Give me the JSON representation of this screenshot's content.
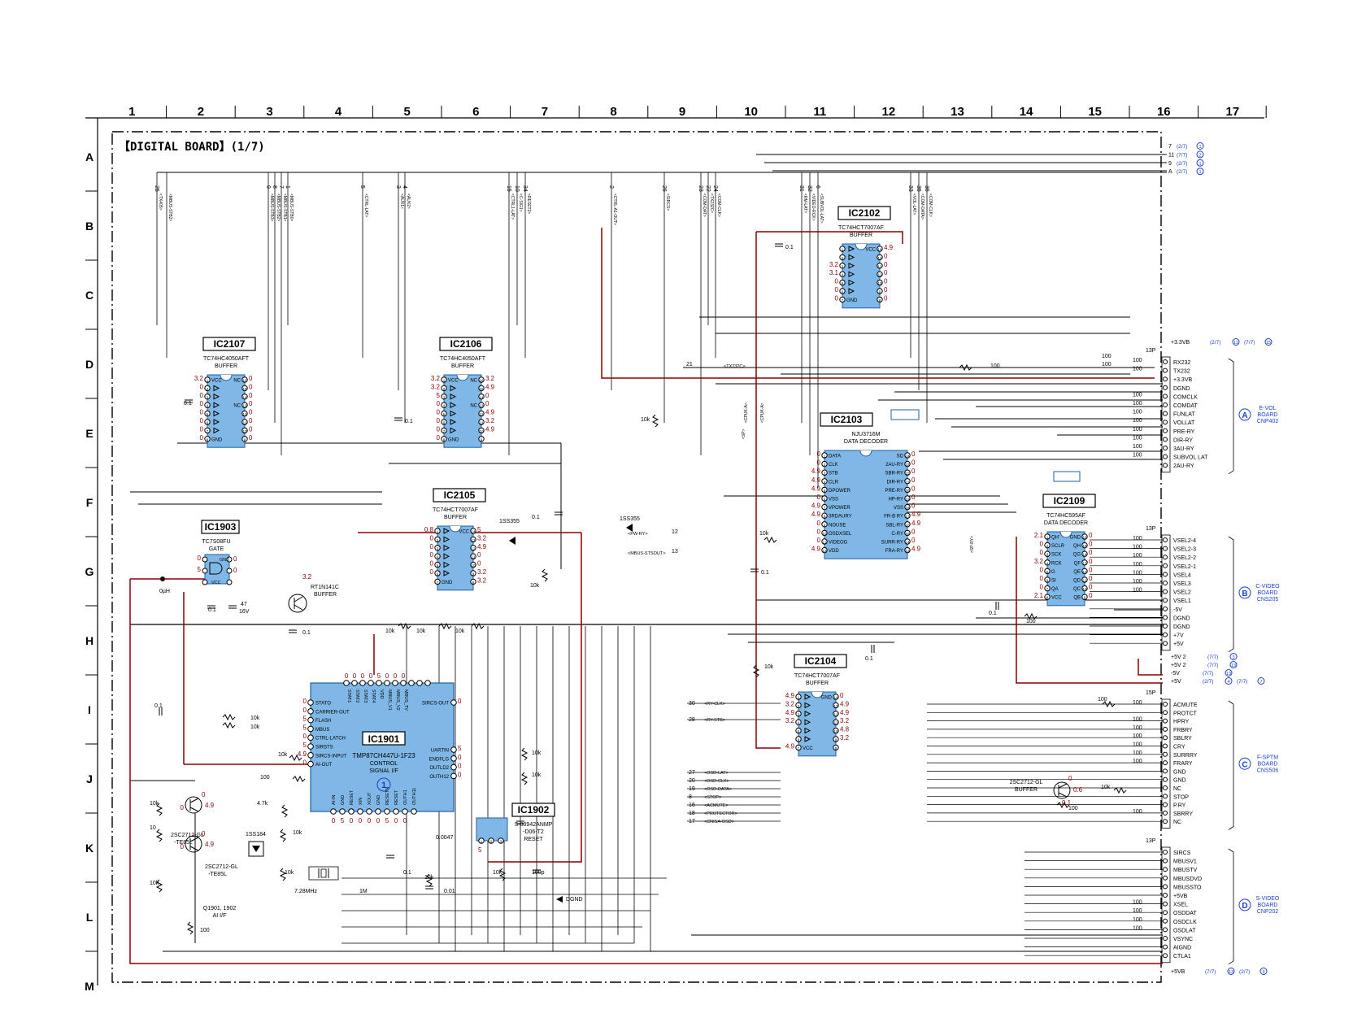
{
  "title": "【DIGITAL BOARD】(1/7)",
  "columns": [
    "1",
    "2",
    "3",
    "4",
    "5",
    "6",
    "7",
    "8",
    "9",
    "10",
    "11",
    "12",
    "13",
    "14",
    "15",
    "16",
    "17"
  ],
  "rows": [
    "A",
    "B",
    "C",
    "D",
    "E",
    "F",
    "G",
    "H",
    "I",
    "J",
    "K",
    "L",
    "M"
  ],
  "colors": {
    "line": "#000000",
    "red": "#8b0000",
    "chip": "#7fb8e6",
    "chip_stroke": "#1f5fa8",
    "blue": "#1a3fd0"
  },
  "ics": [
    {
      "ref": "IC2107",
      "part": "TC74HC4050AFT",
      "func": "BUFFER",
      "left_pins": [
        {
          "n": "1",
          "l": "VCC",
          "v": "3.2"
        },
        {
          "n": "2",
          "l": "",
          "v": "0"
        },
        {
          "n": "3",
          "l": "",
          "v": "0"
        },
        {
          "n": "4",
          "l": "",
          "v": "0"
        },
        {
          "n": "5",
          "l": "",
          "v": "0"
        },
        {
          "n": "6",
          "l": "",
          "v": "0"
        },
        {
          "n": "7",
          "l": "",
          "v": "0"
        },
        {
          "n": "8",
          "l": "GND",
          "v": "0"
        }
      ],
      "right_pins": [
        {
          "n": "16",
          "l": "NC",
          "v": "0"
        },
        {
          "n": "15",
          "l": "",
          "v": "0"
        },
        {
          "n": "14",
          "l": "",
          "v": "0"
        },
        {
          "n": "13",
          "l": "NC",
          "v": "0"
        },
        {
          "n": "12",
          "l": "",
          "v": "0"
        },
        {
          "n": "11",
          "l": "",
          "v": "0"
        },
        {
          "n": "10",
          "l": "",
          "v": "0"
        },
        {
          "n": "9",
          "l": "",
          "v": "0"
        }
      ]
    },
    {
      "ref": "IC2106",
      "part": "TC74HC4050AFT",
      "func": "BUFFER",
      "left_pins": [
        {
          "n": "1",
          "l": "VCC",
          "v": "3.2"
        },
        {
          "n": "2",
          "l": "",
          "v": "3.2"
        },
        {
          "n": "3",
          "l": "",
          "v": "5"
        },
        {
          "n": "4",
          "l": "",
          "v": "0"
        },
        {
          "n": "5",
          "l": "",
          "v": "0"
        },
        {
          "n": "6",
          "l": "",
          "v": "0"
        },
        {
          "n": "7",
          "l": "",
          "v": "0"
        },
        {
          "n": "8",
          "l": "GND",
          "v": "0"
        }
      ],
      "right_pins": [
        {
          "n": "16",
          "l": "NC",
          "v": "3.2"
        },
        {
          "n": "15",
          "l": "",
          "v": "4.9"
        },
        {
          "n": "14",
          "l": "",
          "v": "0"
        },
        {
          "n": "13",
          "l": "NC",
          "v": "0"
        },
        {
          "n": "12",
          "l": "",
          "v": "4.9"
        },
        {
          "n": "11",
          "l": "",
          "v": "3.2"
        },
        {
          "n": "10",
          "l": "",
          "v": "4.9"
        },
        {
          "n": "9",
          "l": "",
          "v": ""
        }
      ]
    },
    {
      "ref": "IC2105",
      "part": "TC74HCT7007AF",
      "func": "BUFFER",
      "left_pins": [
        {
          "n": "1",
          "l": "",
          "v": "0.8"
        },
        {
          "n": "2",
          "l": "",
          "v": "0"
        },
        {
          "n": "3",
          "l": "",
          "v": "0"
        },
        {
          "n": "4",
          "l": "",
          "v": "0"
        },
        {
          "n": "5",
          "l": "",
          "v": "0"
        },
        {
          "n": "6",
          "l": "",
          "v": "0"
        },
        {
          "n": "7",
          "l": "GND",
          "v": ""
        }
      ],
      "right_pins": [
        {
          "n": "14",
          "l": "VCC",
          "v": "5"
        },
        {
          "n": "13",
          "l": "",
          "v": "3.2"
        },
        {
          "n": "12",
          "l": "",
          "v": "4.9"
        },
        {
          "n": "11",
          "l": "",
          "v": "0"
        },
        {
          "n": "10",
          "l": "",
          "v": "0"
        },
        {
          "n": "9",
          "l": "",
          "v": "3.2"
        },
        {
          "n": "8",
          "l": "",
          "v": "3.2"
        }
      ]
    },
    {
      "ref": "IC2102",
      "part": "TC74HCT7007AF",
      "func": "BUFFER",
      "left_pins": [
        {
          "n": "1",
          "l": "",
          "v": ""
        },
        {
          "n": "2",
          "l": "",
          "v": ""
        },
        {
          "n": "3",
          "l": "",
          "v": "3.2"
        },
        {
          "n": "4",
          "l": "",
          "v": "3.1"
        },
        {
          "n": "5",
          "l": "",
          "v": "0"
        },
        {
          "n": "6",
          "l": "",
          "v": "0"
        },
        {
          "n": "7",
          "l": "GND",
          "v": "0"
        }
      ],
      "right_pins": [
        {
          "n": "14",
          "l": "VCC",
          "v": "4.9"
        },
        {
          "n": "13",
          "l": "",
          "v": "0"
        },
        {
          "n": "12",
          "l": "",
          "v": "0"
        },
        {
          "n": "11",
          "l": "",
          "v": "0"
        },
        {
          "n": "10",
          "l": "",
          "v": "0"
        },
        {
          "n": "9",
          "l": "",
          "v": "0"
        },
        {
          "n": "8",
          "l": "",
          "v": "0"
        }
      ]
    },
    {
      "ref": "IC2104",
      "part": "TC74HCT7007AF",
      "func": "BUFFER",
      "left_pins": [
        {
          "n": "1",
          "l": "",
          "v": "4.9"
        },
        {
          "n": "2",
          "l": "",
          "v": "3.2"
        },
        {
          "n": "3",
          "l": "",
          "v": "4.9"
        },
        {
          "n": "4",
          "l": "",
          "v": "3.2"
        },
        {
          "n": "5",
          "l": "",
          "v": ""
        },
        {
          "n": "6",
          "l": "",
          "v": ""
        },
        {
          "n": "7",
          "l": "VCC",
          "v": "4.9"
        }
      ],
      "right_pins": [
        {
          "n": "14",
          "l": "GND",
          "v": "0"
        },
        {
          "n": "13",
          "l": "",
          "v": "4.9"
        },
        {
          "n": "12",
          "l": "",
          "v": "4.9"
        },
        {
          "n": "11",
          "l": "",
          "v": "3.2"
        },
        {
          "n": "10",
          "l": "",
          "v": "4.8"
        },
        {
          "n": "9",
          "l": "",
          "v": "3.2"
        },
        {
          "n": "8",
          "l": "",
          "v": ""
        }
      ]
    },
    {
      "ref": "IC2103",
      "part": "NJU3716M",
      "func": "DATA DECODER",
      "left_pins": [
        {
          "n": "1",
          "l": "DATA",
          "v": "0"
        },
        {
          "n": "2",
          "l": "CLK",
          "v": "0"
        },
        {
          "n": "3",
          "l": "STB",
          "v": "4.9"
        },
        {
          "n": "4",
          "l": "CLR",
          "v": "4.9"
        },
        {
          "n": "5",
          "l": "DPOWER",
          "v": "4.9"
        },
        {
          "n": "6",
          "l": "VSS",
          "v": "0"
        },
        {
          "n": "7",
          "l": "VPOWER",
          "v": "4.9"
        },
        {
          "n": "8",
          "l": "3RDAURY",
          "v": "4.9"
        },
        {
          "n": "9",
          "l": "NOUSE",
          "v": "0"
        },
        {
          "n": "10",
          "l": "OSDXSEL",
          "v": "0"
        },
        {
          "n": "11",
          "l": "VIDEOG",
          "v": "0"
        },
        {
          "n": "12",
          "l": "VDD",
          "v": "4.9"
        }
      ],
      "right_pins": [
        {
          "n": "24",
          "l": "SD",
          "v": "0"
        },
        {
          "n": "23",
          "l": "2AU-RY",
          "v": "0"
        },
        {
          "n": "22",
          "l": "SBR-RY",
          "v": "0"
        },
        {
          "n": "21",
          "l": "DIR-RY",
          "v": "0"
        },
        {
          "n": "20",
          "l": "PRE-RY",
          "v": "0"
        },
        {
          "n": "19",
          "l": "HP-RY",
          "v": "0"
        },
        {
          "n": "18",
          "l": "VSS",
          "v": "0"
        },
        {
          "n": "17",
          "l": "FR-B RY",
          "v": "4.9"
        },
        {
          "n": "16",
          "l": "SBL-RY",
          "v": "4.9"
        },
        {
          "n": "15",
          "l": "C-RY",
          "v": "0"
        },
        {
          "n": "14",
          "l": "SURR-RY",
          "v": "0"
        },
        {
          "n": "13",
          "l": "FRA-RY",
          "v": "4.9"
        }
      ]
    },
    {
      "ref": "IC2109",
      "part": "TC74HC595AF",
      "func": "DATA DECODER",
      "left_pins": [
        {
          "n": "1",
          "l": "QH'",
          "v": "2.1"
        },
        {
          "n": "2",
          "l": "SCLR",
          "v": "0"
        },
        {
          "n": "3",
          "l": "SCK",
          "v": "0"
        },
        {
          "n": "4",
          "l": "RCK",
          "v": "3.2"
        },
        {
          "n": "5",
          "l": "G",
          "v": "0"
        },
        {
          "n": "6",
          "l": "SI",
          "v": "0"
        },
        {
          "n": "7",
          "l": "QA",
          "v": "0"
        },
        {
          "n": "8",
          "l": "VCC",
          "v": "2.1"
        }
      ],
      "right_pins": [
        {
          "n": "16",
          "l": "GND",
          "v": "0"
        },
        {
          "n": "15",
          "l": "QH",
          "v": "0"
        },
        {
          "n": "14",
          "l": "QG",
          "v": "0"
        },
        {
          "n": "13",
          "l": "QF",
          "v": "0"
        },
        {
          "n": "12",
          "l": "QE",
          "v": "0"
        },
        {
          "n": "11",
          "l": "QD",
          "v": "0"
        },
        {
          "n": "10",
          "l": "QC",
          "v": "0"
        },
        {
          "n": "9",
          "l": "QB",
          "v": "0"
        }
      ]
    }
  ],
  "ic1903": {
    "ref": "IC1903",
    "part": "TC7S08FU",
    "func": "GATE",
    "pins": [
      {
        "n": "1",
        "l": "",
        "v": "0"
      },
      {
        "n": "2",
        "l": "",
        "v": "5"
      },
      {
        "n": "3",
        "l": "VCC",
        "v": ""
      },
      {
        "n": "4",
        "l": "GND",
        "v": ""
      },
      {
        "n": "5",
        "l": "",
        "v": "0"
      }
    ]
  },
  "ic1902": {
    "ref": "IC1902",
    "part": "S-80942ANMP",
    "suffix": "-D06-T2",
    "func": "RESET",
    "pins": [
      {
        "n": "1",
        "v": "5"
      },
      {
        "n": "2",
        "v": ""
      },
      {
        "n": "3",
        "v": ""
      }
    ]
  },
  "ic1901": {
    "ref": "IC1901",
    "part": "TMP87CH447U-1F23",
    "func1": "CONTROL",
    "func2": "SIGNAL I/F",
    "marker": "1",
    "left_pins": [
      {
        "l": "STATO",
        "v": "0"
      },
      {
        "l": "CARRIER-OUT",
        "v": "0"
      },
      {
        "l": "FLASH",
        "v": "5"
      },
      {
        "l": "MBUS",
        "v": "5"
      },
      {
        "l": "CTRL-LATCH",
        "v": "0"
      },
      {
        "l": "SIRSTS",
        "v": "5"
      },
      {
        "l": "SIRCS-INPUT",
        "v": "4.9"
      },
      {
        "l": "AI-OUT",
        "v": "0"
      }
    ],
    "top_pins": [
      {
        "l": "STAT1",
        "v": "0"
      },
      {
        "l": "STAT2",
        "v": "0"
      },
      {
        "l": "STAT3",
        "v": "0"
      },
      {
        "l": "STAT4",
        "v": "0"
      },
      {
        "l": "VDD",
        "v": "5"
      },
      {
        "l": "MBUS_V1",
        "v": "0"
      },
      {
        "l": "MBUS_V2",
        "v": "0"
      },
      {
        "l": "MBUS_TV",
        "v": "0"
      }
    ],
    "right_pins": [
      {
        "l": "SIRCS-OUT",
        "v": "0"
      },
      {
        "l": "UARTIN",
        "v": "5"
      },
      {
        "l": "ENDFLG",
        "v": "0"
      },
      {
        "l": "OUTLD2",
        "v": "0"
      },
      {
        "l": "OUTH12",
        "v": "0"
      }
    ],
    "bottom_pins": [
      {
        "l": "AI-IN",
        "v": "0"
      },
      {
        "l": "GND",
        "v": "5"
      },
      {
        "l": "RESET",
        "v": "0"
      },
      {
        "l": "XIN",
        "v": "0"
      },
      {
        "l": "XOUT",
        "v": "0"
      },
      {
        "l": "GND",
        "v": "0"
      },
      {
        "l": "RESETN",
        "v": "5"
      },
      {
        "l": "RESET",
        "v": "0"
      },
      {
        "l": "OUTH1",
        "v": "0"
      },
      {
        "l": "OUTH11",
        "v": ""
      }
    ]
  },
  "top_signals": [
    {
      "n": "25",
      "s": "TX405"
    },
    {
      "n": "",
      "s": "MBUS-STB2"
    },
    {
      "n": "9",
      "s": "MBUS-STB3"
    },
    {
      "n": "8",
      "s": "MBUS-STB2"
    },
    {
      "n": "7",
      "s": "MBUS-STB1"
    },
    {
      "n": "1",
      "s": "MBUS-STB0"
    },
    {
      "n": "5",
      "s": "CTRL-LAT"
    },
    {
      "n": "3",
      "s": "AUX1"
    },
    {
      "n": "4",
      "s": "AUX2"
    },
    {
      "n": "15",
      "s": "CTRL1-LAT"
    },
    {
      "n": "10",
      "s": "C-SIG1"
    },
    {
      "n": "34",
      "s": "RESET2"
    },
    {
      "n": "2",
      "s": "CTRL-A1-OUT"
    },
    {
      "n": "26",
      "s": "SIRCS"
    },
    {
      "n": "23",
      "s": "COM-DAT"
    },
    {
      "n": "22",
      "s": "TX232C"
    },
    {
      "n": "24",
      "s": "COM-CLK"
    },
    {
      "n": "31",
      "s": "RM-LAT"
    },
    {
      "n": "32",
      "s": "VIDEO-RCK"
    },
    {
      "n": "6",
      "s": "SUBVOL-LAT"
    },
    {
      "n": "33",
      "s": "VOL-LAT"
    },
    {
      "n": "35",
      "s": "COM-DATA"
    },
    {
      "n": "36",
      "s": "COM-CLK"
    }
  ],
  "top_right_refs": [
    {
      "n": "7",
      "ref": "(2/7)",
      "c": "1"
    },
    {
      "n": "11",
      "ref": "(7/7)",
      "c": "2"
    },
    {
      "n": "9",
      "ref": "(2/7)",
      "c": "1"
    },
    {
      "n": "A",
      "ref": "(2/7)",
      "c": "1"
    }
  ],
  "conn_A": {
    "label": "A",
    "board": "E-VOL",
    "board2": "BOARD",
    "cnp": "CNP402",
    "pins": [
      "RX232",
      "TX232",
      "+3.3VB",
      "DGND",
      "COMCLK",
      "COMDAT",
      "FUNLAT",
      "VOLLAT",
      "PRE-RY",
      "DIR-RY",
      "3AU-RY",
      "SUBVOL LAT",
      "2AU-RY"
    ],
    "res": [
      "100",
      "100",
      "",
      "",
      "100",
      "100",
      "100",
      "100",
      "100",
      "100",
      "100",
      "100",
      ""
    ],
    "count": "13P"
  },
  "conn_B": {
    "label": "B",
    "board": "C-VIDEO",
    "board2": "BOARD",
    "cnp": "CNS205",
    "pins": [
      "VSEL2-4",
      "VSEL2-3",
      "VSEL2-2",
      "VSEL2-1",
      "VSEL4",
      "VSEL3",
      "VSEL2",
      "VSEL1",
      "-5V",
      "DGND",
      "DGND",
      "+7V",
      "+5V"
    ],
    "res": [
      "100",
      "100",
      "100",
      "100",
      "100",
      "100",
      "100",
      "",
      "",
      "",
      "",
      "",
      ""
    ],
    "count": "13P"
  },
  "conn_C": {
    "label": "C",
    "board": "F-SPTM",
    "board2": "BOARD",
    "cnp": "CNS506",
    "pins": [
      "ACMUTE",
      "PROTCT",
      "HPRY",
      "FRBRY",
      "SBLRY",
      "CRY",
      "SURRRY",
      "FRARY",
      "GND",
      "GND",
      "NC",
      "STOP",
      "P.RY",
      "SBRRY",
      "NC"
    ],
    "res": [
      "100",
      "",
      "100",
      "100",
      "100",
      "100",
      "100",
      "100",
      "",
      "",
      "",
      "",
      "",
      "100",
      ""
    ],
    "count": "15P"
  },
  "conn_D": {
    "label": "D",
    "board": "S-VIDEO",
    "board2": "BOARD",
    "cnp": "CNP202",
    "pins": [
      "SIRCS",
      "MBUSV1",
      "MBUSTV",
      "MBUSDVD",
      "MBUSSTO",
      "+5VB",
      "XSEL",
      "OSDDAT",
      "OSDCLK",
      "OSDLAT",
      "VSYNC",
      "AIGND",
      "CTLA1"
    ],
    "res": [
      "",
      "",
      "",
      "",
      "",
      "",
      "100",
      "100",
      "100",
      "100",
      "",
      "",
      ""
    ],
    "count": "13P"
  },
  "power_refs": [
    {
      "t": "+3.3VB",
      "r1": "(2/7)",
      "r2": "(7/7)",
      "c1": "11",
      "c2": "15"
    },
    {
      "t": "+5V 2",
      "r1": "(7/7)",
      "c1": "3"
    },
    {
      "t": "+5V 2",
      "r1": "(7/7)",
      "c1": "13"
    },
    {
      "t": "-5V",
      "r1": "(7/7)",
      "c1": "13"
    },
    {
      "t": "+5V",
      "r1": "(2/7)",
      "r2": "(7/7)",
      "c1": "4",
      "c2": "7"
    },
    {
      "t": "+5VB",
      "r1": "(7/7)",
      "r2": "(2/7)",
      "c1": "13",
      "c2": "9"
    }
  ],
  "left_signals": [
    {
      "n": "30",
      "s": "RY-CLK"
    },
    {
      "n": "28",
      "s": "RY-STB"
    },
    {
      "n": "27",
      "s": "OSD-LAT"
    },
    {
      "n": "20",
      "s": "OSD-CLK"
    },
    {
      "n": "19",
      "s": "OSD-DATA"
    },
    {
      "n": "8",
      "s": "STOP"
    },
    {
      "n": "16",
      "s": "ACMUTE"
    },
    {
      "n": "18",
      "s": "PROTECTOR"
    },
    {
      "n": "17",
      "s": "CNISA-OSD"
    }
  ],
  "mid_signals": [
    {
      "n": "12",
      "s": "PW-RY"
    },
    {
      "n": "13",
      "s": "MBUS-STSOUT"
    },
    {
      "n": "21",
      "s": "TX232C"
    }
  ],
  "parts": {
    "q1901": {
      "text1": "2SC2712-GL",
      "text2": "-TE85L",
      "text3": "2SC2712-GL",
      "text4": "-TE85L",
      "caption1": "Q1901, 1902",
      "caption2": "AI I/F"
    },
    "q_buffer": {
      "text1": "2SC2712-GL",
      "text2": "BUFFER",
      "v1": "0.6",
      "v2": "0.1",
      "v3": "0"
    },
    "rt1": {
      "text1": "RT1N141C",
      "text2": "BUFFER",
      "v": "3.2"
    },
    "d1": "1SS355",
    "d2": "1SS355",
    "d3": "1SS184",
    "xtal": "7.28MHz",
    "res_1m": "1M",
    "cap_47": "47",
    "cap_16v": "16V",
    "dgnd": "DGND",
    "uh": "0µH"
  },
  "values": {
    "c01": "0.1",
    "r10k": "10k",
    "r100": "100",
    "r47k": "4.7k",
    "c0047": "0.0047",
    "c01b": "0.01",
    "c100p": "100p",
    "r10": "10"
  }
}
